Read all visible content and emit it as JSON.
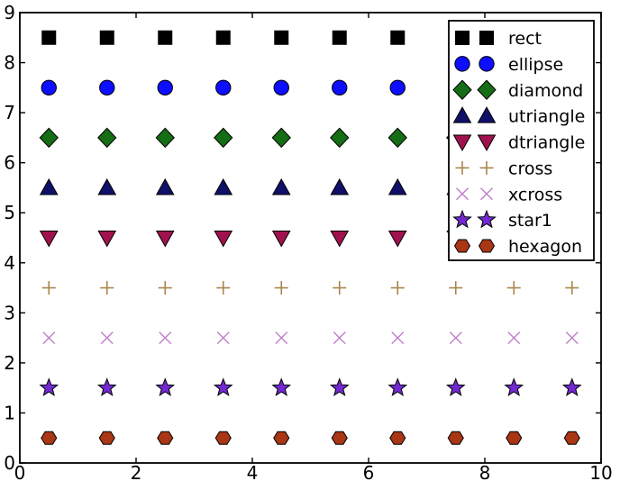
{
  "figure": {
    "background": "#ffffff"
  },
  "chart_data": {
    "type": "scatter",
    "title": "",
    "xlabel": "",
    "ylabel": "",
    "xlim": [
      0,
      10
    ],
    "ylim": [
      0,
      9
    ],
    "x_ticks": [
      0,
      2,
      4,
      6,
      8,
      10
    ],
    "y_ticks": [
      0,
      1,
      2,
      3,
      4,
      5,
      6,
      7,
      8,
      9
    ],
    "grid": false,
    "x": [
      0.5,
      1.5,
      2.5,
      3.5,
      4.5,
      5.5,
      6.5,
      7.5,
      8.5,
      9.5
    ],
    "series": [
      {
        "name": "rect",
        "marker": "square",
        "color": "#000000",
        "y": 8.5
      },
      {
        "name": "ellipse",
        "marker": "circle",
        "color": "#0d0dff",
        "y": 7.5
      },
      {
        "name": "diamond",
        "marker": "diamond",
        "color": "#156d15",
        "y": 6.5
      },
      {
        "name": "utriangle",
        "marker": "triangle-up",
        "color": "#10106a",
        "y": 5.5
      },
      {
        "name": "dtriangle",
        "marker": "triangle-down",
        "color": "#a0124e",
        "y": 4.5
      },
      {
        "name": "cross",
        "marker": "plus",
        "color": "#a8854a",
        "y": 3.5
      },
      {
        "name": "xcross",
        "marker": "x",
        "color": "#bf7fc8",
        "y": 2.5
      },
      {
        "name": "star1",
        "marker": "star",
        "color": "#7229cf",
        "y": 1.5
      },
      {
        "name": "hexagon",
        "marker": "hexagon",
        "color": "#a93614",
        "y": 0.5
      }
    ],
    "legend": {
      "position": "upper-right",
      "markers_per_entry": 2,
      "labels": [
        "rect",
        "ellipse",
        "diamond",
        "utriangle",
        "dtriangle",
        "cross",
        "xcross",
        "star1",
        "hexagon"
      ],
      "border_color": "#000000",
      "background": "#ffffff"
    },
    "marker_edge_color": "#000000",
    "spine_color": "#000000",
    "tick_label_color": "#000000"
  }
}
